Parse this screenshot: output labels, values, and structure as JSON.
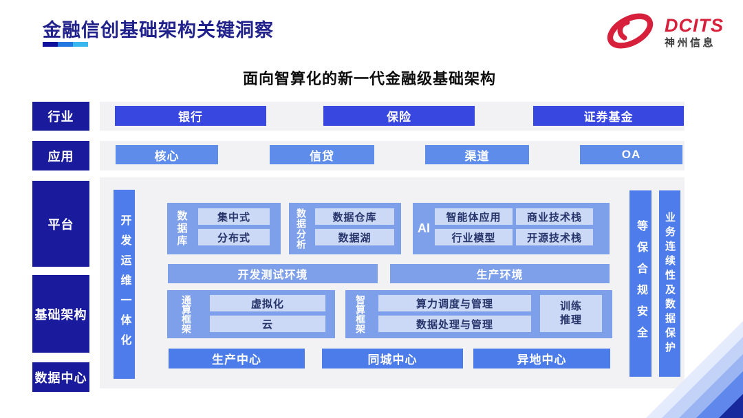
{
  "slide_title": "金融信创基础架构关键洞察",
  "logo": {
    "brand": "DCITS",
    "company": "神州信息"
  },
  "diagram_title": "面向智算化的新一代金融级基础架构",
  "sidebar": {
    "items": [
      "行业",
      "应用",
      "平台",
      "基础架构",
      "数据中心"
    ]
  },
  "industry_row": {
    "items": [
      "银行",
      "保险",
      "证券基金"
    ]
  },
  "application_row": {
    "items": [
      "核心",
      "信贷",
      "渠道",
      "OA"
    ]
  },
  "platform": {
    "devops_bar": "开发运维一体化",
    "security_bar": "等保合规安全",
    "continuity_bar": "业务连续性及数据保护",
    "database_group": {
      "label": "数据库",
      "items": [
        "集中式",
        "分布式"
      ]
    },
    "analytics_group": {
      "label": "数据分析",
      "items": [
        "数据仓库",
        "数据湖"
      ]
    },
    "ai_group": {
      "label": "AI",
      "items": [
        "智能体应用",
        "商业技术栈",
        "行业模型",
        "开源技术栈"
      ]
    },
    "env_bars": [
      "开发测试环境",
      "生产环境"
    ],
    "general_compute_group": {
      "label": "通算框架",
      "items": [
        "虚拟化",
        "云"
      ]
    },
    "ai_compute_group": {
      "label": "智算框架",
      "items": [
        "算力调度与管理",
        "数据处理与管理"
      ],
      "side_lines": [
        "训练",
        "推理"
      ]
    },
    "centers": [
      "生产中心",
      "同城中心",
      "异地中心"
    ]
  },
  "colors": {
    "title_navy": "#22228c",
    "sidebar_navy": "#1a1a9c",
    "industry_blue": "#3847e0",
    "application_blue": "#5e8ceb",
    "bar_blue": "#4e7cea",
    "group_blue": "#7e9fea",
    "chip_light": "#cbd9f7",
    "panel_gray": "#f2f2f4",
    "brand_red": "#d6203c"
  }
}
